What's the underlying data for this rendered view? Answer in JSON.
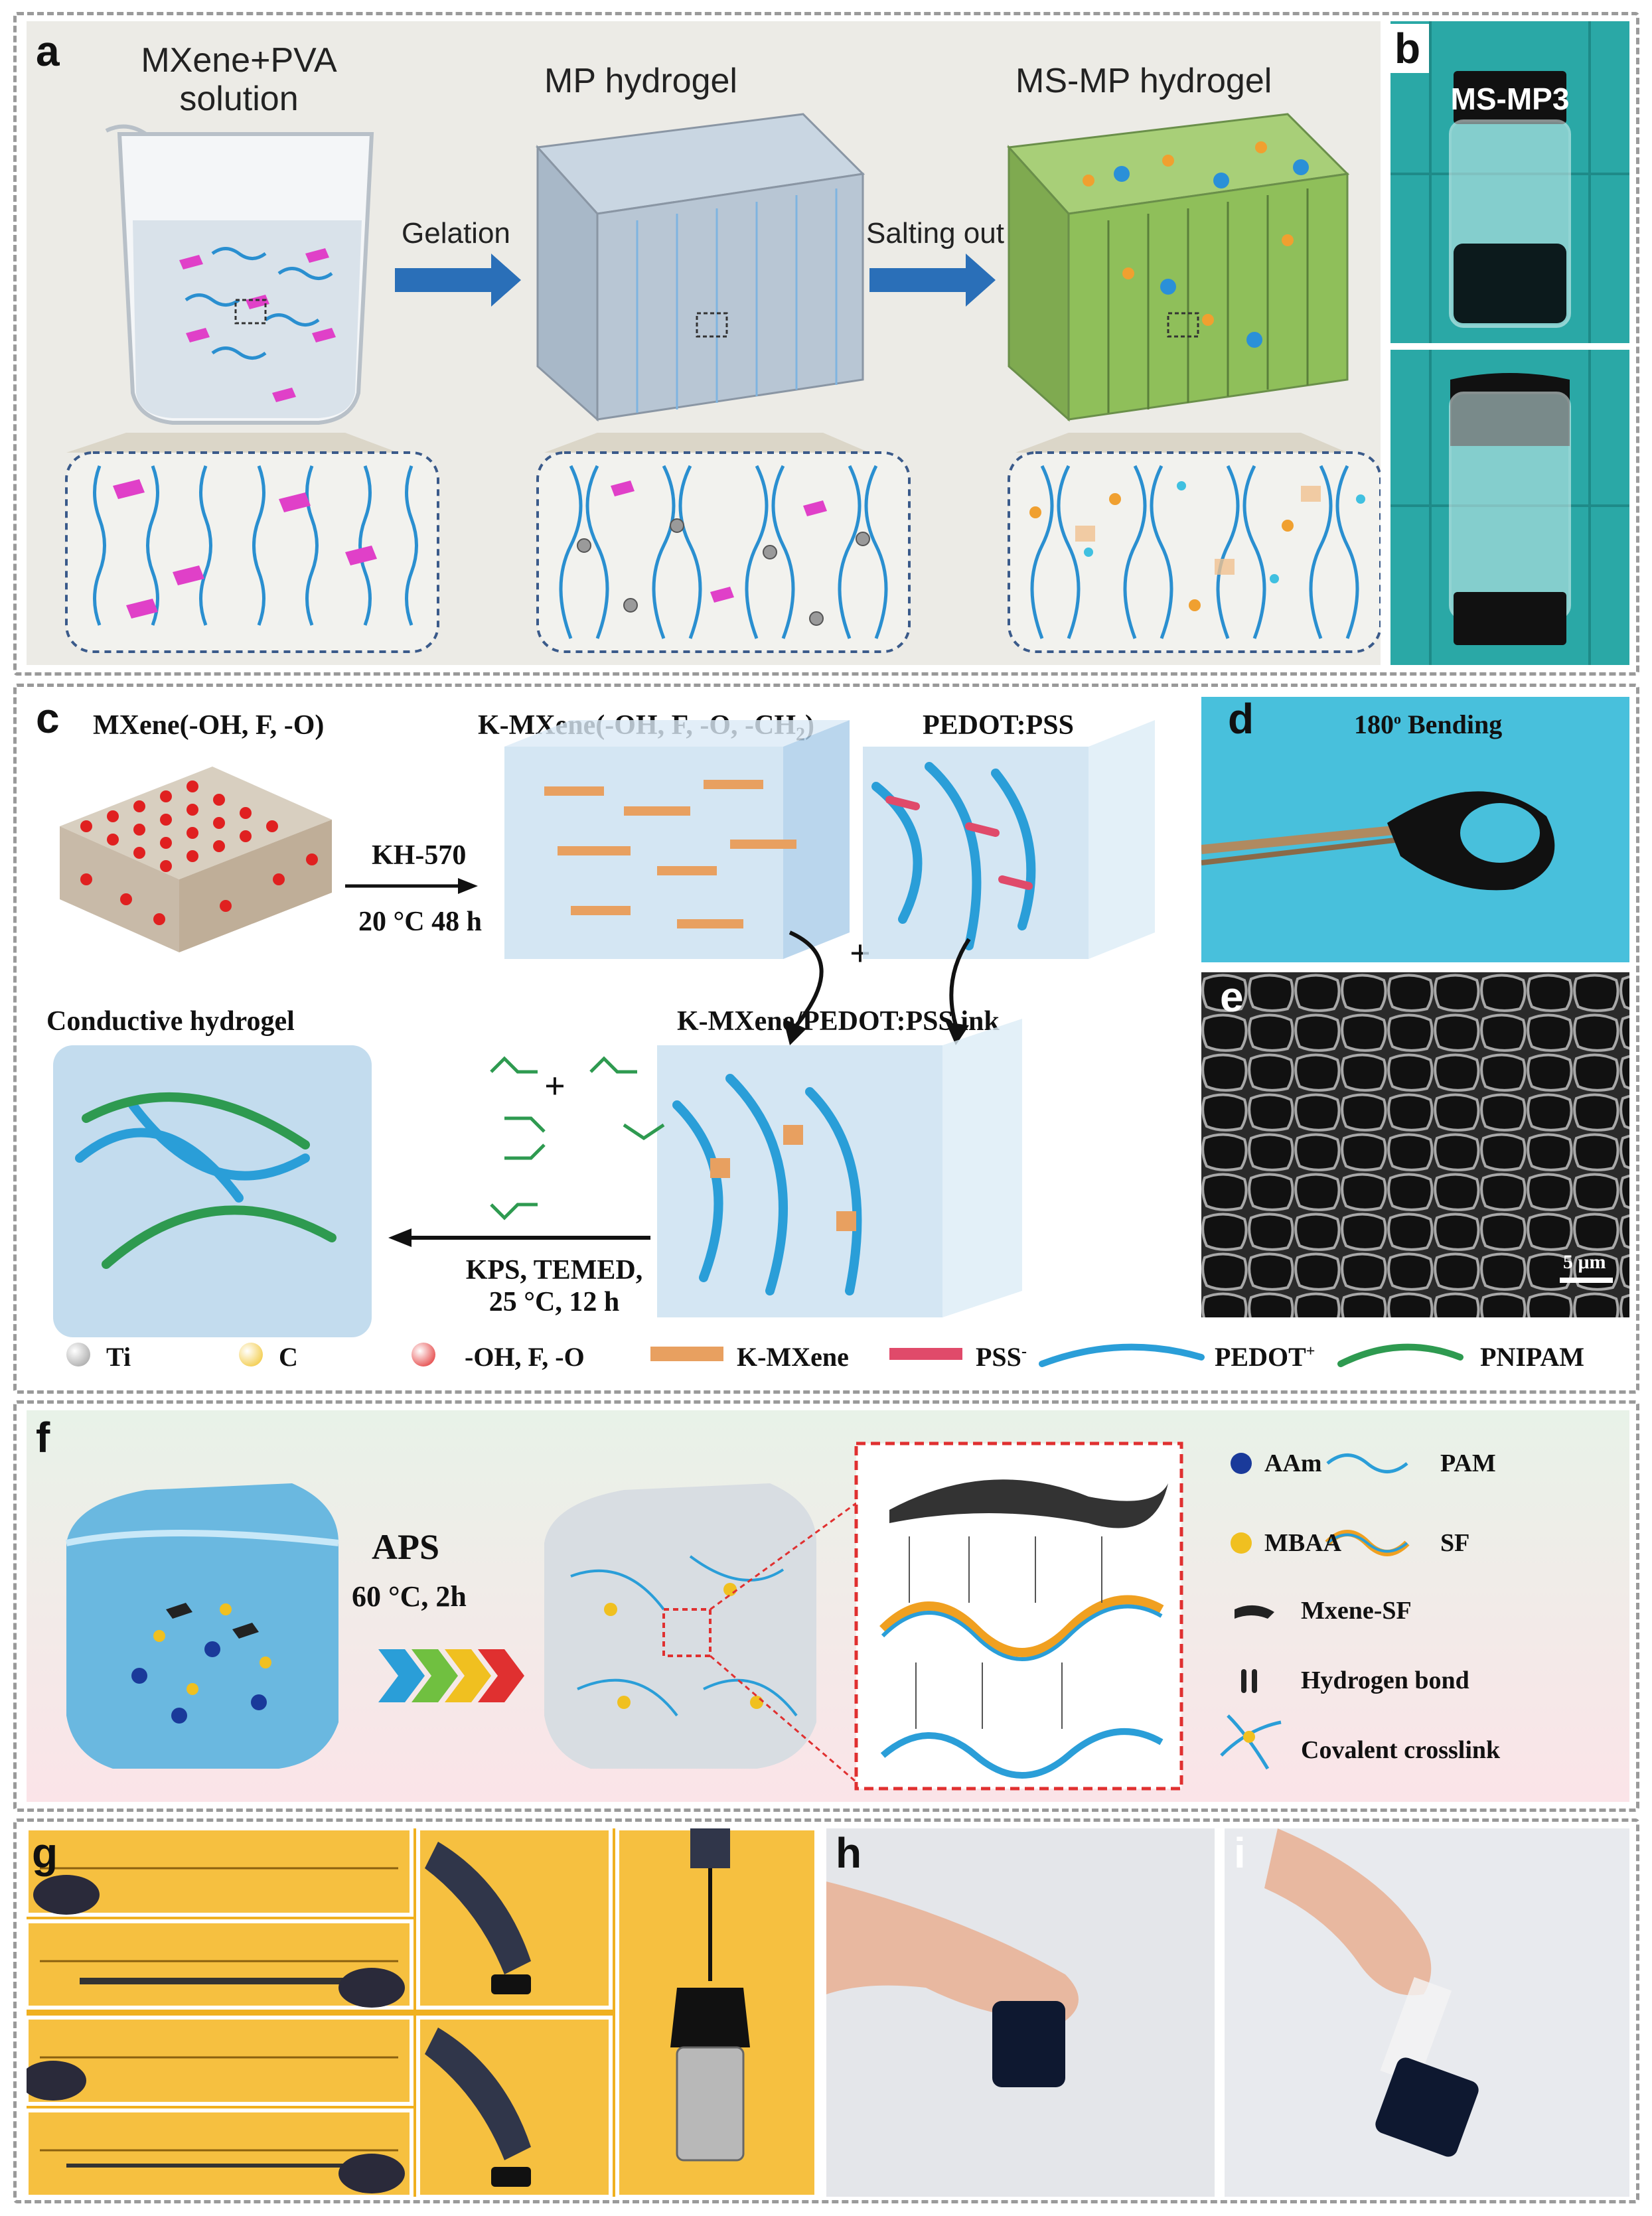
{
  "panels": {
    "a": {
      "label": "a",
      "stage1": "MXene+PVA",
      "stage1b": "solution",
      "stage2": "MP hydrogel",
      "stage3": "MS-MP hydrogel",
      "arrow1": "Gelation",
      "arrow2": "Salting out"
    },
    "b": {
      "label": "b",
      "vial_label": "MS-MP3"
    },
    "c": {
      "label": "c",
      "mxene": "MXene(-OH, F, -O)",
      "kmxene_title": "K-MXene(-OH, F, -O, -CH",
      "kmxene_sub": "2",
      "kmxene_close": ")",
      "pedot": "PEDOT:PSS",
      "reagent": "KH-570",
      "condition": "20 °C 48 h",
      "plus": "+",
      "ink": "K-MXene/PEDOT:PSS ink",
      "hydrogel": "Conductive hydrogel",
      "cond2a": "KPS, TEMED,",
      "cond2b": "25 °C, 12 h",
      "legend": [
        {
          "text": "Ti"
        },
        {
          "text": "C"
        },
        {
          "text": "-OH, F, -O"
        },
        {
          "text": "K-MXene"
        },
        {
          "text": "PSS",
          "sup": "-"
        },
        {
          "text": "PEDOT",
          "sup": "+"
        },
        {
          "text": "PNIPAM"
        }
      ]
    },
    "d": {
      "label": "d",
      "caption": "180",
      "caption_sup": "o",
      "caption_rest": " Bending"
    },
    "e": {
      "label": "e",
      "scale": "5 μm"
    },
    "f": {
      "label": "f",
      "reagent": "APS",
      "condition": "60 °C, 2h",
      "legend": [
        {
          "text": "AAm"
        },
        {
          "text": "PAM"
        },
        {
          "text": "MBAA"
        },
        {
          "text": "SF"
        },
        {
          "text": "Mxene-SF"
        },
        {
          "text": "Hydrogen bond"
        },
        {
          "text": "Covalent crosslink"
        }
      ]
    },
    "g": {
      "label": "g"
    },
    "h": {
      "label": "h"
    },
    "i": {
      "label": "i"
    }
  },
  "colors": {
    "mxene_pink": "#e040c8",
    "pva_blue": "#2a8fd0",
    "arrow_blue": "#2a6fb8",
    "gel_green": "#8fbf5a",
    "pnipam_green": "#2e9a50",
    "pss_red": "#e04a6a",
    "kmxene_orange": "#e8a060",
    "panel_d_bg": "#48c0dc",
    "panel_g_bg": "#f0b020"
  }
}
